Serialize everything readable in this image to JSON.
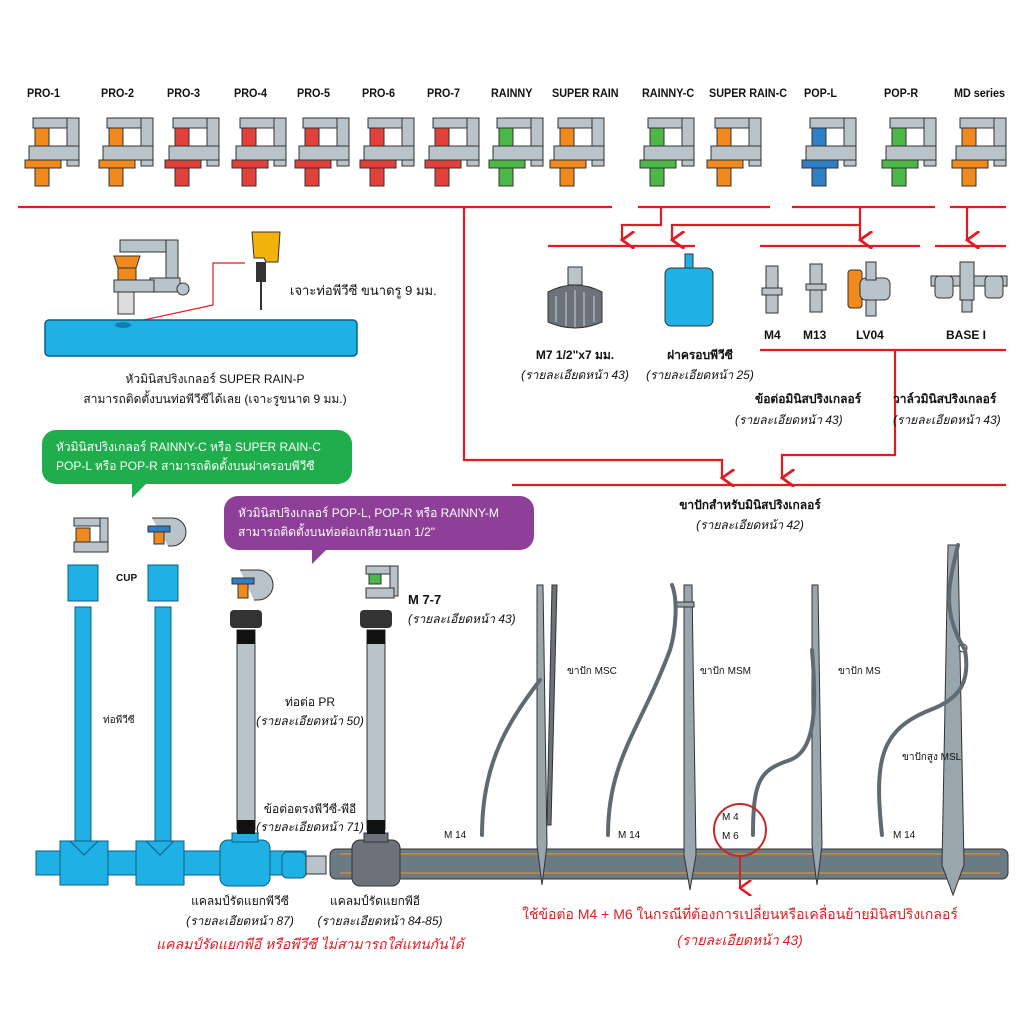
{
  "colors": {
    "connector_red": "#e11b22",
    "pvc_blue": "#1fb1e6",
    "pe_gray": "#6b7b83",
    "part_gray": "#b9c3ca",
    "accent_orange": "#f08a1c",
    "accent_green": "#4cb848",
    "accent_blue": "#2f7fc6",
    "bubble_green": "#1fae4b",
    "bubble_purple": "#8e3f97"
  },
  "sprinkler_heads": [
    {
      "label": "PRO-1",
      "accent": "orange"
    },
    {
      "label": "PRO-2",
      "accent": "orange"
    },
    {
      "label": "PRO-3",
      "accent": "red"
    },
    {
      "label": "PRO-4",
      "accent": "red"
    },
    {
      "label": "PRO-5",
      "accent": "red"
    },
    {
      "label": "PRO-6",
      "accent": "red"
    },
    {
      "label": "PRO-7",
      "accent": "red"
    },
    {
      "label": "RAINNY",
      "accent": "green"
    },
    {
      "label": "SUPER RAIN",
      "accent": "orange"
    },
    {
      "label": "RAINNY-C",
      "accent": "green"
    },
    {
      "label": "SUPER RAIN-C",
      "accent": "orange"
    },
    {
      "label": "POP-L",
      "accent": "blue"
    },
    {
      "label": "POP-R",
      "accent": "green"
    },
    {
      "label": "MD series",
      "accent": "orange"
    }
  ],
  "drill_section": {
    "drill_note": "เจาะท่อพีวีซี ขนาดรู 9 มม.",
    "caption_line1": "หัวมินิสปริงเกลอร์ SUPER RAIN-P",
    "caption_line2": "สามารถติดตั้งบนท่อพีวีซีได้เลย (เจาะรูขนาด 9 มม.)"
  },
  "adapters": {
    "m7": {
      "title": "M7 1/2\"x7 มม.",
      "ref": "(รายละเอียดหน้า 43)"
    },
    "pvc_cap": {
      "title": "ฝาครอบพีวีซี",
      "ref": "(รายละเอียดหน้า 25)"
    },
    "connectors": [
      {
        "label": "M4"
      },
      {
        "label": "M13"
      },
      {
        "label": "LV04"
      }
    ],
    "base": {
      "label": "BASE I"
    },
    "connector_group": {
      "title": "ข้อต่อมินิสปริงเกลอร์",
      "ref": "(รายละเอียดหน้า 43)"
    },
    "valve_group": {
      "title": "วาล์วมินิสปริงเกลอร์",
      "ref": "(รายละเอียดหน้า 43)"
    }
  },
  "stake_group": {
    "title": "ขาปักสำหรับมินิสปริงเกลอร์",
    "ref": "(รายละเอียดหน้า 42)"
  },
  "bubbles": {
    "green_line1": "หัวมินิสปริงเกลอร์ RAINNY-C หรือ SUPER RAIN-C",
    "green_line2": "POP-L หรือ POP-R สามารถติดตั้งบนฝาครอบพีวีซี",
    "purple_line1": "หัวมินิสปริงเกลอร์ POP-L, POP-R หรือ RAINNY-M",
    "purple_line2": "สามารถติดตั้งบนท่อต่อเกลียวนอก 1/2\""
  },
  "assembly": {
    "cup_label": "CUP",
    "pvc_pipe_label": "ท่อพีวีซี",
    "m77": {
      "title": "M 7-7",
      "ref": "(รายละเอียดหน้า 43)"
    },
    "pr_pipe": {
      "title": "ท่อต่อ PR",
      "ref": "(รายละเอียดหน้า 50)"
    },
    "straight_coupling": {
      "title": "ข้อต่อตรงพีวีซี-พีอี",
      "ref": "(รายละเอียดหน้า 71)"
    },
    "pvc_saddle": {
      "title": "แคลมป์รัดแยกพีวีซี",
      "ref": "(รายละเอียดหน้า 87)"
    },
    "pe_saddle": {
      "title": "แคลมป์รัดแยกพีอี",
      "ref": "(รายละเอียดหน้า 84-85)"
    },
    "warning": "แคลมป์รัดแยกพีอี หรือพีวีซี ไม่สามารถใส่แทนกันได้"
  },
  "stakes": [
    {
      "label": "ขาปัก MSC",
      "fitting": "M 14"
    },
    {
      "label": "ขาปัก MSM",
      "fitting": "M 14"
    },
    {
      "label": "ขาปัก MS",
      "fitting_top": "M 4",
      "fitting_bottom": "M 6"
    },
    {
      "label": "ขาปักสูง MSL",
      "fitting": "M 14"
    }
  ],
  "m4m6_note": {
    "line1": "ใช้ข้อต่อ M4 + M6 ในกรณีที่ต้องการเปลี่ยนหรือเคลื่อนย้ายมินิสปริงเกลอร์",
    "line2": "(รายละเอียดหน้า 43)"
  }
}
